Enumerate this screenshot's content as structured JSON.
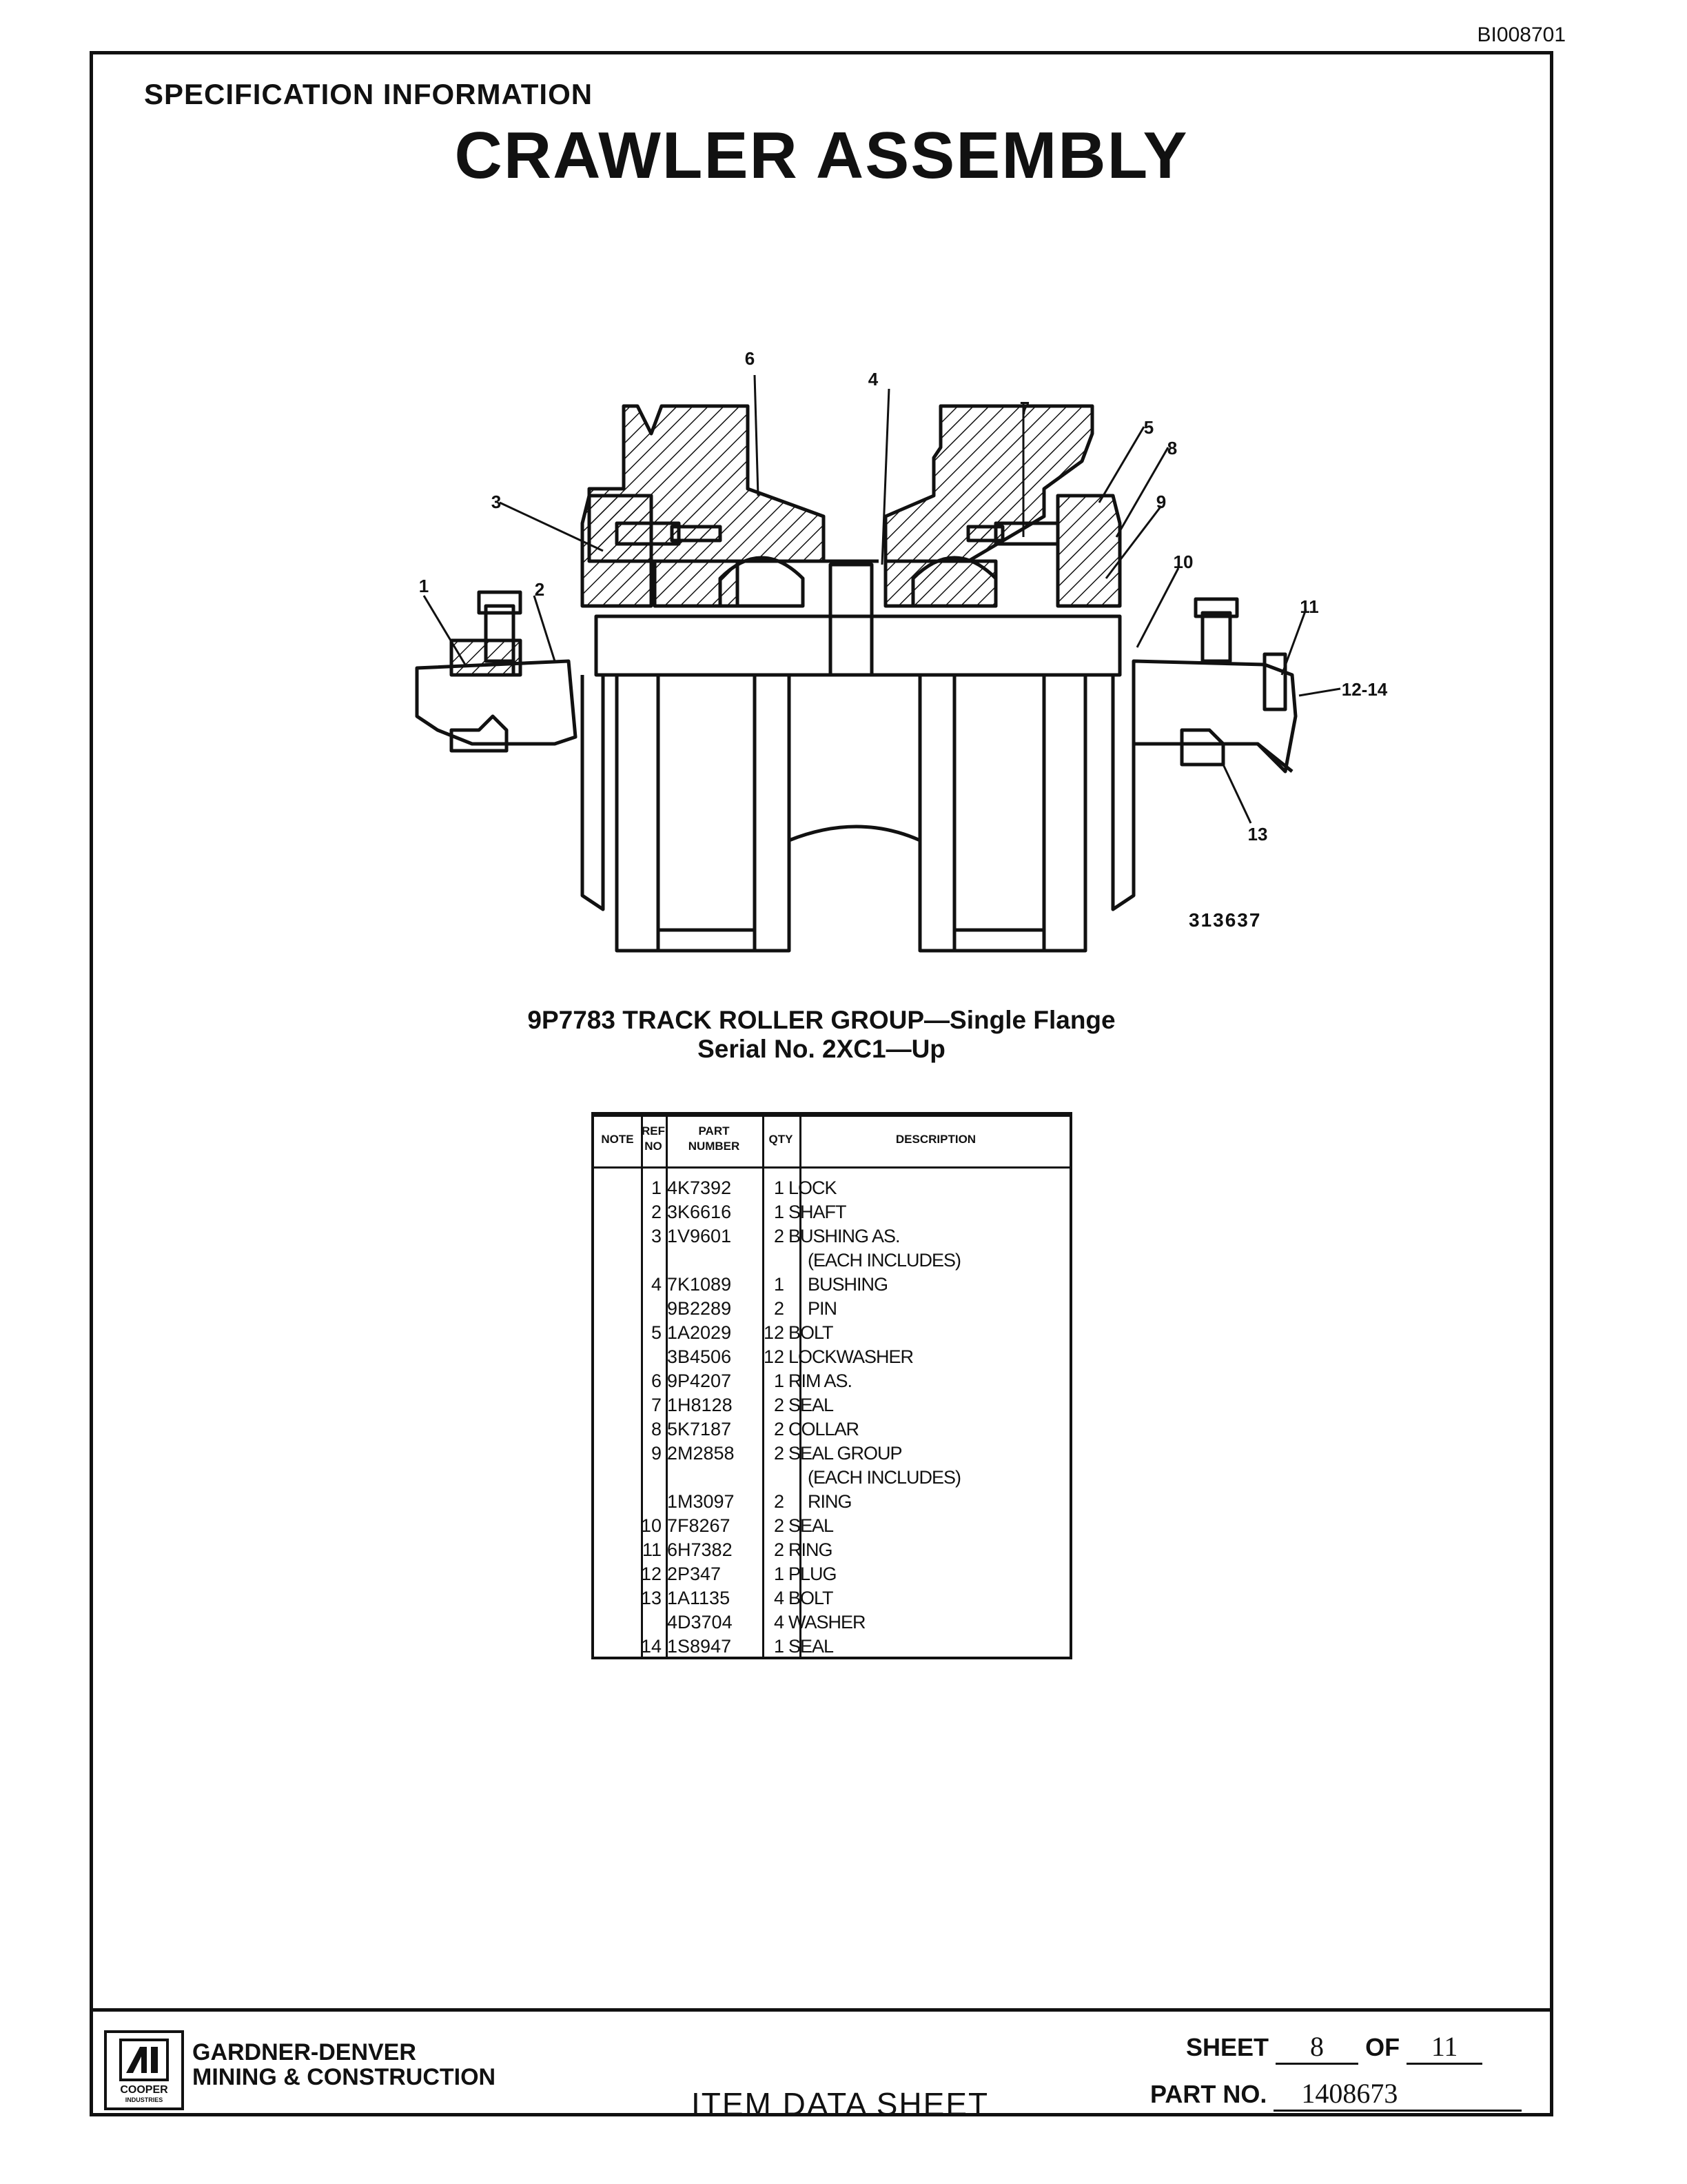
{
  "document_id": "BI008701",
  "header": {
    "section": "SPECIFICATION INFORMATION",
    "title": "CRAWLER ASSEMBLY"
  },
  "figure": {
    "figure_number": "313637",
    "callouts": [
      "1",
      "2",
      "3",
      "4",
      "5",
      "6",
      "7",
      "8",
      "9",
      "10",
      "11",
      "12-14",
      "13"
    ]
  },
  "group": {
    "title": "9P7783 TRACK ROLLER GROUP—Single Flange",
    "serial": "Serial No. 2XC1—Up"
  },
  "parts_table": {
    "headers": {
      "note": "NOTE",
      "ref_line1": "REF",
      "ref_line2": "NO",
      "part_line1": "PART",
      "part_line2": "NUMBER",
      "qty": "QTY",
      "description": "DESCRIPTION"
    },
    "rows": [
      {
        "ref": "1",
        "part": "4K7392",
        "qty": "1",
        "desc": "LOCK"
      },
      {
        "ref": "2",
        "part": "3K6616",
        "qty": "1",
        "desc": "SHAFT"
      },
      {
        "ref": "3",
        "part": "1V9601",
        "qty": "2",
        "desc": "BUSHING AS."
      },
      {
        "ref": "",
        "part": "",
        "qty": "",
        "desc": "(EACH INCLUDES)",
        "indent": 1
      },
      {
        "ref": "4",
        "part": "7K1089",
        "qty": "1",
        "desc": "BUSHING",
        "indent": 1
      },
      {
        "ref": "",
        "part": "9B2289",
        "qty": "2",
        "desc": "PIN",
        "indent": 1
      },
      {
        "ref": "5",
        "part": "1A2029",
        "qty": "12",
        "desc": "BOLT"
      },
      {
        "ref": "",
        "part": "3B4506",
        "qty": "12",
        "desc": "LOCKWASHER"
      },
      {
        "ref": "6",
        "part": "9P4207",
        "qty": "1",
        "desc": "RIM AS."
      },
      {
        "ref": "7",
        "part": "1H8128",
        "qty": "2",
        "desc": "SEAL"
      },
      {
        "ref": "8",
        "part": "5K7187",
        "qty": "2",
        "desc": "COLLAR"
      },
      {
        "ref": "9",
        "part": "2M2858",
        "qty": "2",
        "desc": "SEAL GROUP"
      },
      {
        "ref": "",
        "part": "",
        "qty": "",
        "desc": "(EACH INCLUDES)",
        "indent": 1
      },
      {
        "ref": "",
        "part": "1M3097",
        "qty": "2",
        "desc": "RING",
        "indent": 1
      },
      {
        "ref": "10",
        "part": "7F8267",
        "qty": "2",
        "desc": "SEAL"
      },
      {
        "ref": "11",
        "part": "6H7382",
        "qty": "2",
        "desc": "RING"
      },
      {
        "ref": "12",
        "part": "2P347",
        "qty": "1",
        "desc": "PLUG"
      },
      {
        "ref": "13",
        "part": "1A1135",
        "qty": "4",
        "desc": "BOLT"
      },
      {
        "ref": "",
        "part": "4D3704",
        "qty": "4",
        "desc": "WASHER"
      },
      {
        "ref": "14",
        "part": "1S8947",
        "qty": "1",
        "desc": "SEAL"
      }
    ]
  },
  "footer": {
    "logo_top": "COOPER",
    "logo_bottom": "INDUSTRIES",
    "company_line1": "GARDNER-DENVER",
    "company_line2": "MINING & CONSTRUCTION",
    "doc_type": "ITEM DATA SHEET",
    "sheet_label": "SHEET",
    "sheet_number": "8",
    "of_label": "OF",
    "sheet_total": "11",
    "part_no_label": "PART NO.",
    "part_no": "1408673"
  }
}
